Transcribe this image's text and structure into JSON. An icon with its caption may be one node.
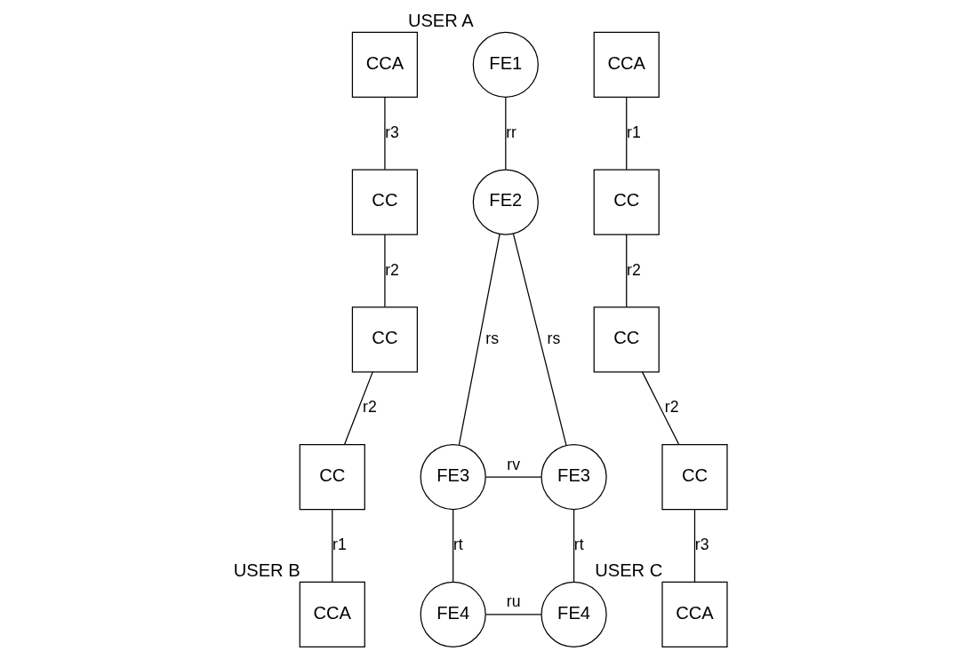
{
  "diagram": {
    "nodes": [
      {
        "text": [
          "CCA"
        ]
      },
      {
        "text": [
          "FE1"
        ],
        "beside": [
          "USER A"
        ]
      },
      {
        "text": [
          "CCA"
        ]
      },
      {
        "text": [
          "CC"
        ]
      },
      {
        "text": [
          "FE2"
        ]
      },
      {
        "text": [
          "CC"
        ]
      },
      {
        "text": [
          "CC"
        ]
      },
      {
        "text": [
          "CC"
        ]
      },
      {
        "text": [
          "CC"
        ]
      },
      {
        "text": [
          "FE3"
        ]
      },
      {
        "text": [
          "FE3"
        ]
      },
      {
        "text": [
          "CC"
        ]
      },
      {
        "text": [
          "CCA"
        ],
        "beside": [
          "USER B"
        ]
      },
      {
        "text": [
          "FE4"
        ]
      },
      {
        "text": [
          "FE4"
        ]
      },
      {
        "text": [
          "CCA"
        ],
        "beside": [
          "USER C"
        ]
      }
    ],
    "edges": [
      {
        "from": 0,
        "to": 3,
        "arrow": "none",
        "label": "r3"
      },
      {
        "from": 1,
        "to": 4,
        "arrow": "none",
        "label": "rr"
      },
      {
        "from": 2,
        "to": 5,
        "arrow": "none",
        "label": "r1"
      },
      {
        "from": 3,
        "to": 6,
        "arrow": "none",
        "label": "r2"
      },
      {
        "from": 4,
        "to": 9,
        "arrow": "none",
        "label": "rs"
      },
      {
        "from": 4,
        "to": 10,
        "arrow": "none",
        "label": "rs"
      },
      {
        "from": 5,
        "to": 7,
        "arrow": "none",
        "label": "r2"
      },
      {
        "from": 6,
        "to": 8,
        "arrow": "none",
        "label": "r2"
      },
      {
        "from": 7,
        "to": 11,
        "arrow": "none",
        "label": "r2"
      },
      {
        "from": 9,
        "to": 10,
        "arrow": "none",
        "label": "rv"
      },
      {
        "from": 8,
        "to": 12,
        "arrow": "none",
        "label": "r1"
      },
      {
        "from": 9,
        "to": 13,
        "arrow": "none",
        "label": "rt"
      },
      {
        "from": 10,
        "to": 14,
        "arrow": "none",
        "label": "rt"
      },
      {
        "from": 11,
        "to": 15,
        "arrow": "none",
        "label": "r3"
      },
      {
        "from": 13,
        "to": 14,
        "arrow": "none",
        "label": "ru"
      }
    ]
  }
}
